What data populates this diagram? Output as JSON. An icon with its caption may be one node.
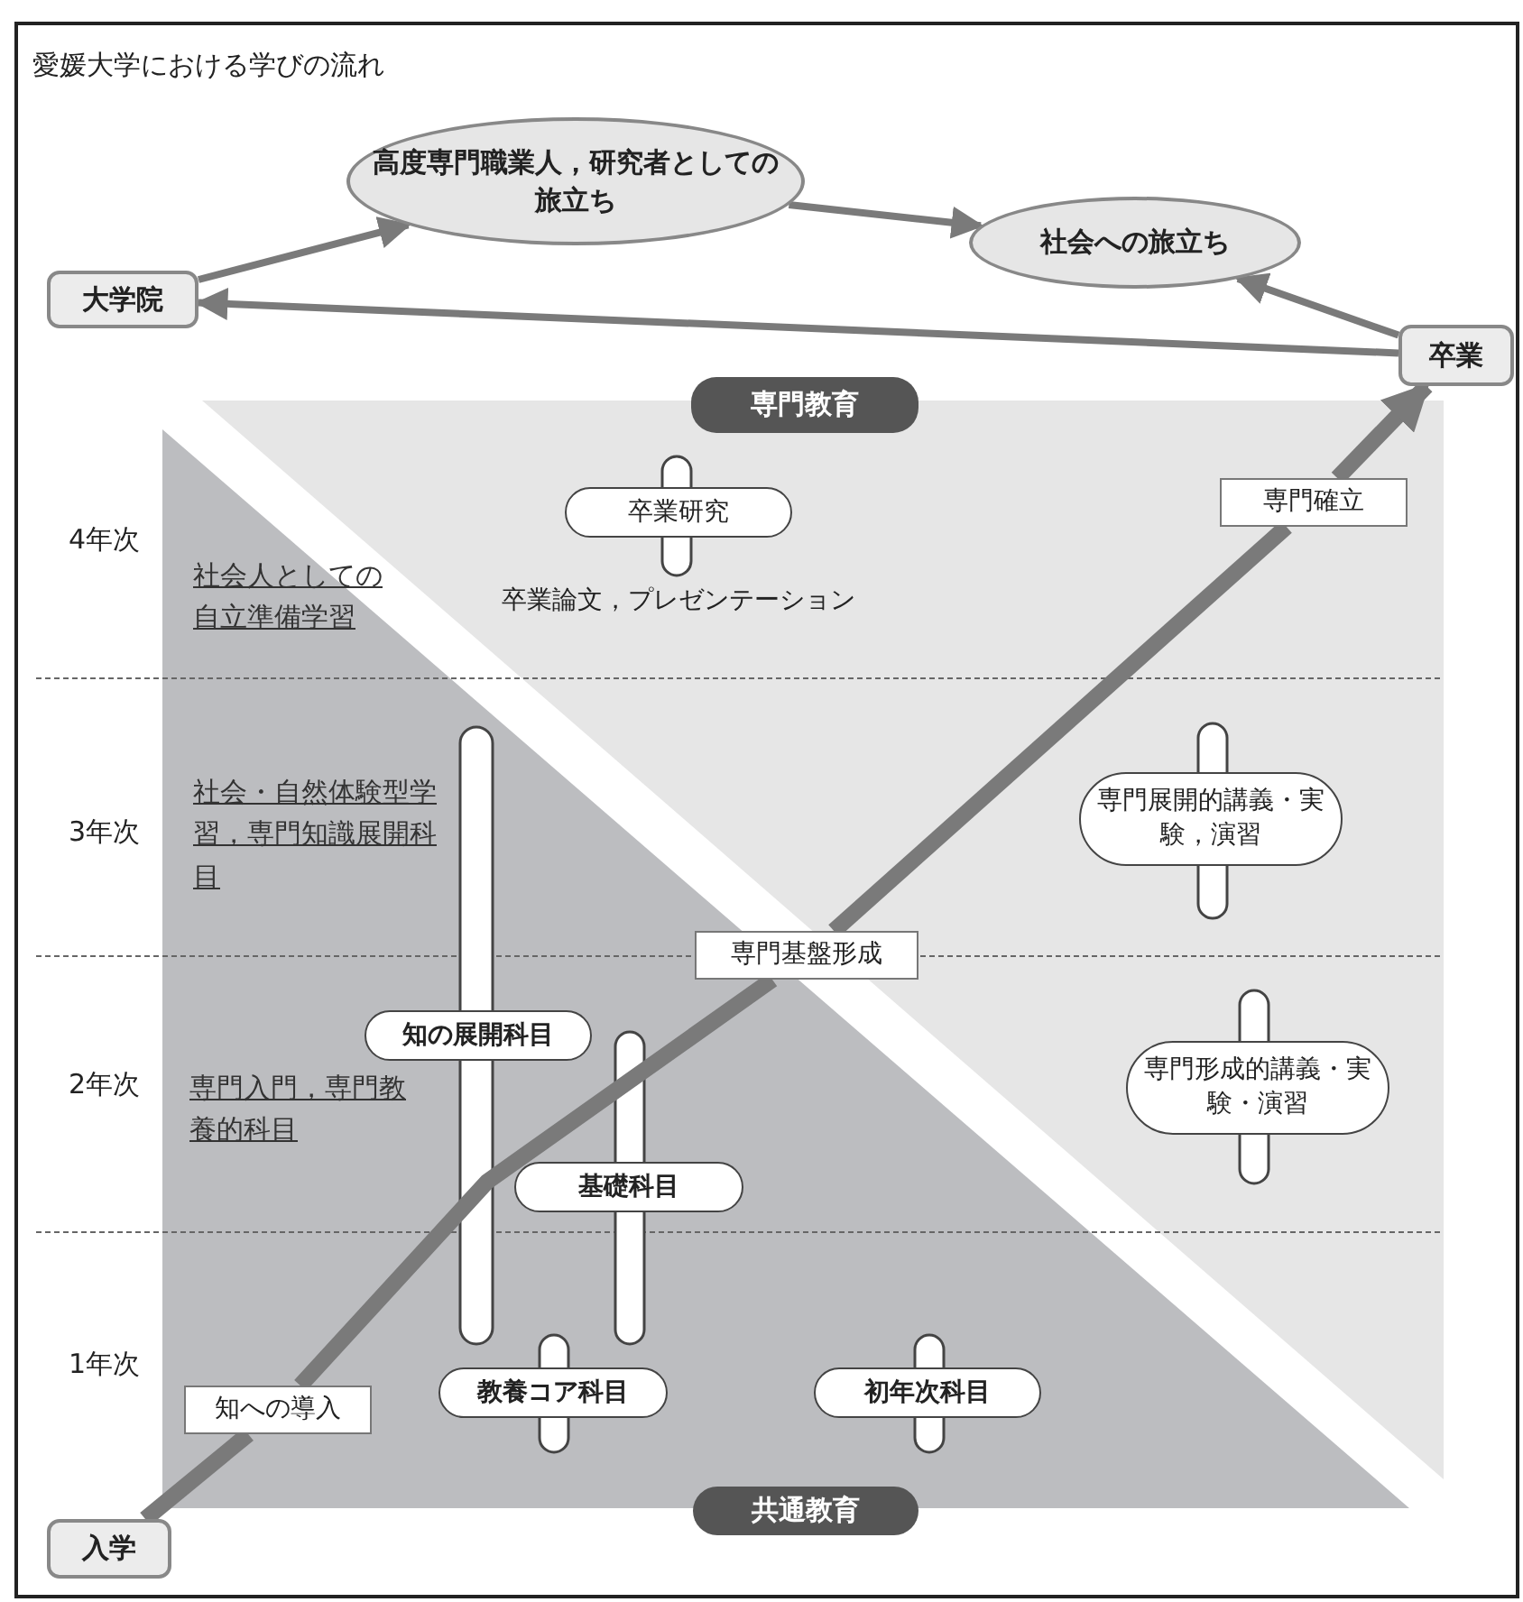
{
  "diagram": {
    "title": "愛媛大学における学びの流れ",
    "nodes": [
      {
        "text": [
          "高度専門職業人，研究者としての旅立ち"
        ]
      },
      {
        "text": [
          "社会への旅立ち"
        ]
      },
      {
        "text": [
          "大学院"
        ]
      },
      {
        "text": [
          "卒業"
        ]
      },
      {
        "text": [
          "専門教育"
        ]
      },
      {
        "text": [
          "卒業研究"
        ],
        "beside": [
          "卒業論文，プレゼンテーション"
        ]
      },
      {
        "text": [
          "専門確立"
        ]
      },
      {
        "text": [
          "専門展開的講義・実験，演習"
        ]
      },
      {
        "text": [
          "専門基盤形成"
        ]
      },
      {
        "text": [
          "知の展開科目"
        ]
      },
      {
        "text": [
          "専門形成的講義・実験・演習"
        ]
      },
      {
        "text": [
          "基礎科目"
        ]
      },
      {
        "text": [
          "知への導入"
        ]
      },
      {
        "text": [
          "教養コア科目"
        ]
      },
      {
        "text": [
          "初年次科目"
        ]
      },
      {
        "text": [
          "共通教育"
        ]
      },
      {
        "text": [
          "入学"
        ]
      }
    ],
    "edges": [
      {
        "from": 2,
        "to": 0,
        "arrow": "to"
      },
      {
        "from": 0,
        "to": 1,
        "arrow": "to"
      },
      {
        "from": 3,
        "to": 1,
        "arrow": "to"
      },
      {
        "from": 3,
        "to": 2,
        "arrow": "to"
      },
      {
        "from": 16,
        "to": 12,
        "arrow": "none",
        "style": "thick"
      },
      {
        "from": 12,
        "to": 8,
        "arrow": "none",
        "style": "thick"
      },
      {
        "from": 8,
        "to": 6,
        "arrow": "none",
        "style": "thick"
      },
      {
        "from": 6,
        "to": 3,
        "arrow": "to",
        "style": "thick"
      }
    ],
    "labels": [
      "4年次",
      "社会人としての自立準備学習",
      "3年次",
      "社会・自然体験型学習，専門知識展開科目",
      "2年次",
      "専門入門，専門教養的科目",
      "1年次"
    ]
  }
}
